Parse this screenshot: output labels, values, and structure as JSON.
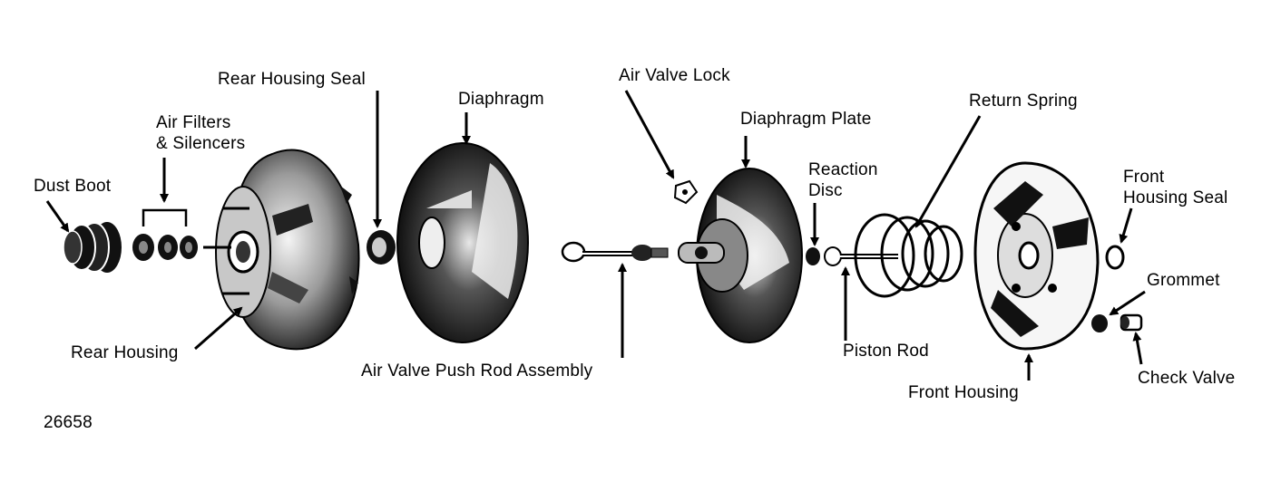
{
  "diagram": {
    "figure_number": "26658",
    "labels": {
      "rear_housing_seal": "Rear Housing Seal",
      "diaphragm": "Diaphragm",
      "air_valve_lock": "Air Valve Lock",
      "diaphragm_plate": "Diaphragm Plate",
      "return_spring": "Return Spring",
      "air_filters_line1": "Air Filters",
      "air_filters_line2": "& Silencers",
      "dust_boot": "Dust Boot",
      "reaction_disc_line1": "Reaction",
      "reaction_disc_line2": "Disc",
      "front_housing_seal_line1": "Front",
      "front_housing_seal_line2": "Housing Seal",
      "grommet": "Grommet",
      "rear_housing": "Rear Housing",
      "air_valve_push_rod_assembly": "Air Valve Push Rod Assembly",
      "piston_rod": "Piston Rod",
      "check_valve": "Check Valve",
      "front_housing": "Front Housing"
    }
  }
}
